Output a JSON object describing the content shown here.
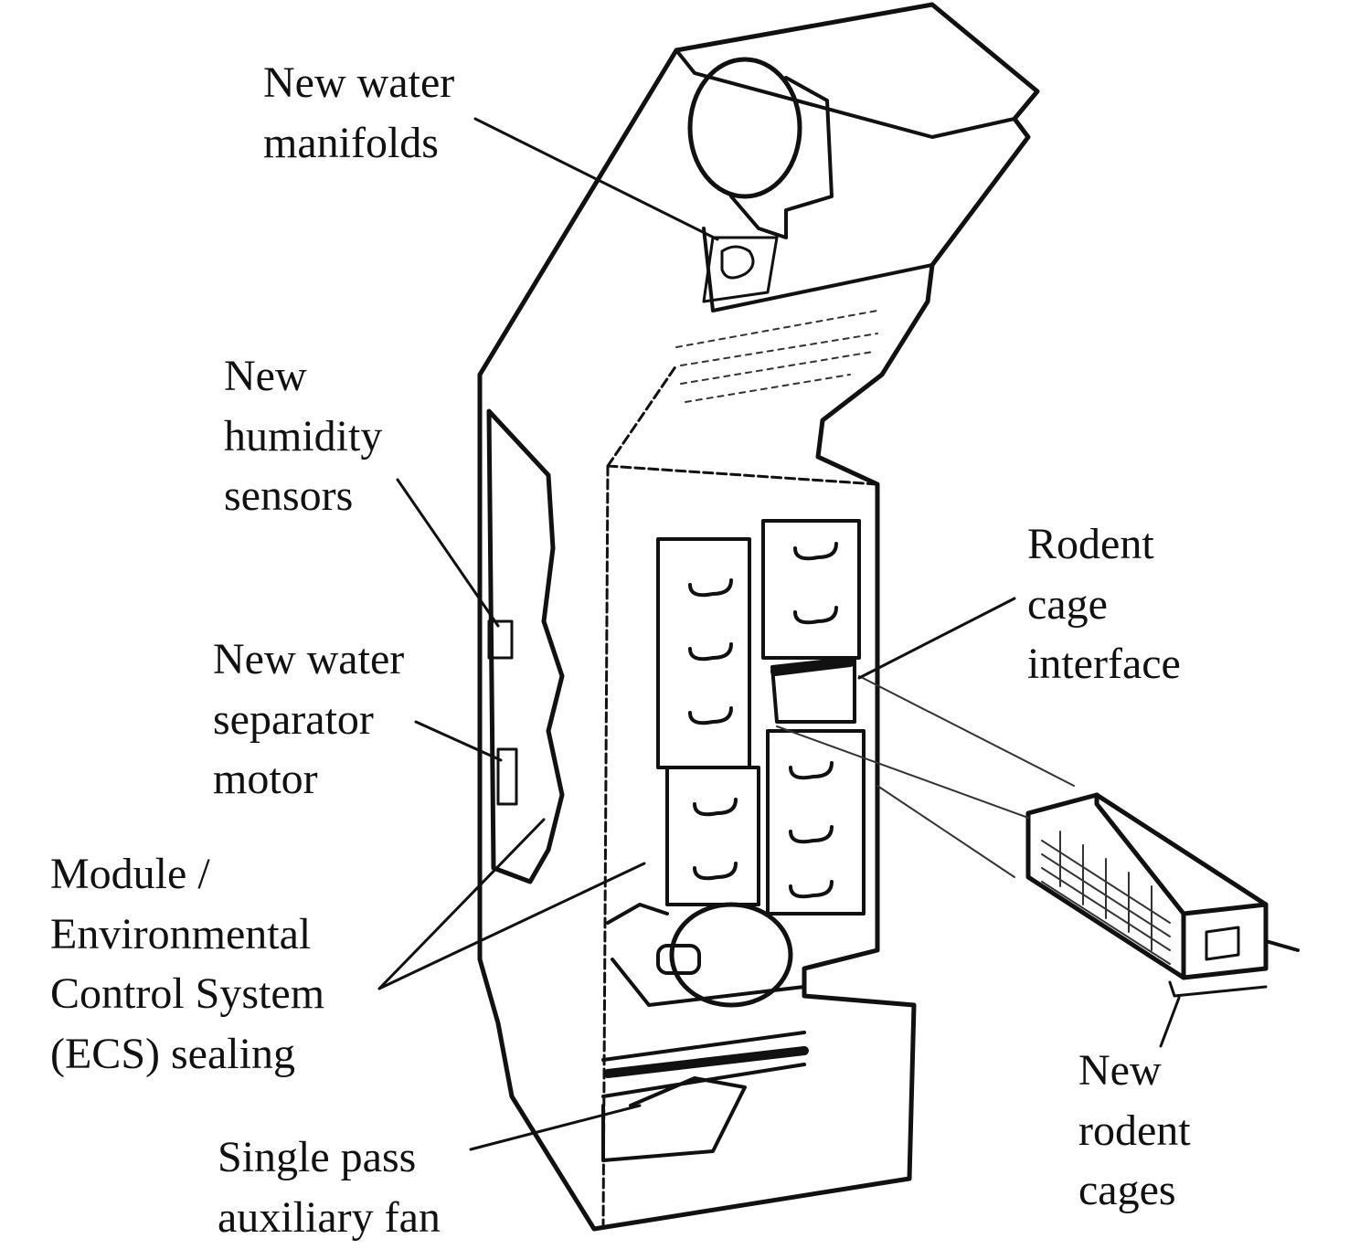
{
  "labels": {
    "manifolds": [
      "New water",
      "manifolds"
    ],
    "humidity": [
      "New",
      "humidity",
      "sensors"
    ],
    "separator": [
      "New water",
      "separator",
      "motor"
    ],
    "ecs": [
      "Module /",
      "Environmental",
      "Control System",
      "(ECS) sealing"
    ],
    "fan": [
      "Single pass",
      "auxiliary fan"
    ],
    "interface": [
      "Rodent",
      "cage",
      "interface"
    ],
    "cages": [
      "New",
      "rodent",
      "cages"
    ]
  }
}
